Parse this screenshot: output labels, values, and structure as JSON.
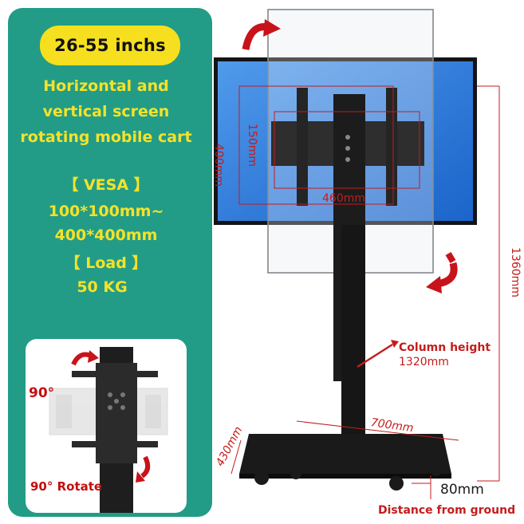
{
  "panel": {
    "size_badge": "26-55 inchs",
    "headline": [
      "Horizontal and",
      "vertical screen",
      "rotating mobile cart"
    ],
    "vesa_label": "【  VESA  】",
    "vesa_range": [
      "100*100mm~",
      "400*400mm"
    ],
    "load_label": "【  Load  】",
    "load_value": "50 KG"
  },
  "inset": {
    "angle_label": "90°",
    "rotate_label": "90° Rotate"
  },
  "dimensions": {
    "bracket_height": "400mm",
    "hole_spacing_vertical": "150mm",
    "hole_spacing_horizontal": "460mm",
    "total_height": "1360mm",
    "column_height_label": "Column height",
    "column_height_value": "1320mm",
    "base_width": "700mm",
    "base_depth": "430mm",
    "ground_clearance": "80mm",
    "ground_clearance_label": "Distance from ground"
  },
  "colors": {
    "panel_bg": "#229c86",
    "badge_bg": "#f6df1f",
    "headline_text": "#f4e22a",
    "dimension_red": "#c41c1c",
    "screen_blue": "#1f6fd8"
  }
}
